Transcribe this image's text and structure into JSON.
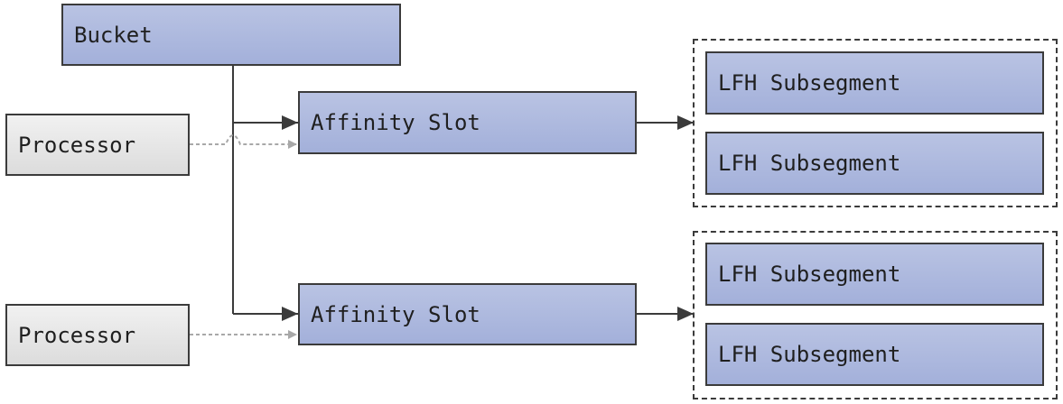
{
  "bucket": {
    "label": "Bucket"
  },
  "processors": [
    {
      "label": "Processor"
    },
    {
      "label": "Processor"
    }
  ],
  "affinity_slots": [
    {
      "label": "Affinity Slot"
    },
    {
      "label": "Affinity Slot"
    }
  ],
  "subsegment_groups": [
    {
      "items": [
        {
          "label": "LFH Subsegment"
        },
        {
          "label": "LFH Subsegment"
        }
      ]
    },
    {
      "items": [
        {
          "label": "LFH Subsegment"
        },
        {
          "label": "LFH Subsegment"
        }
      ]
    }
  ],
  "colors": {
    "box_blue": "#aab5dd",
    "box_grey": "#e6e6e6",
    "border": "#3b3b3b",
    "connector": "#3b3b3b",
    "processor_connector": "#a8a8a8"
  }
}
